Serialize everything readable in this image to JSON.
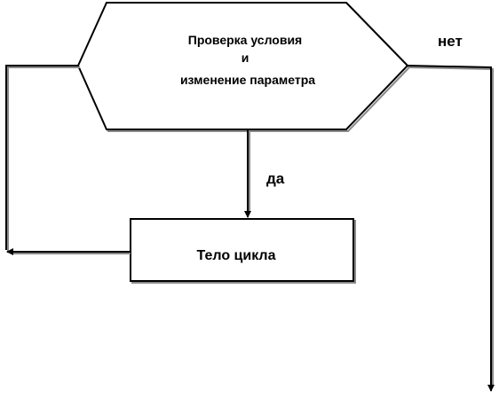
{
  "diagram": {
    "decision": {
      "line1": "Проверка  условия",
      "line2": "и",
      "line3": "изменение параметра"
    },
    "process": {
      "label": "Тело цикла"
    },
    "edges": {
      "yes_label": "да",
      "no_label": "нет"
    },
    "colors": {
      "stroke": "#000000",
      "shadow": "#8a8a8a",
      "background": "#ffffff"
    }
  }
}
